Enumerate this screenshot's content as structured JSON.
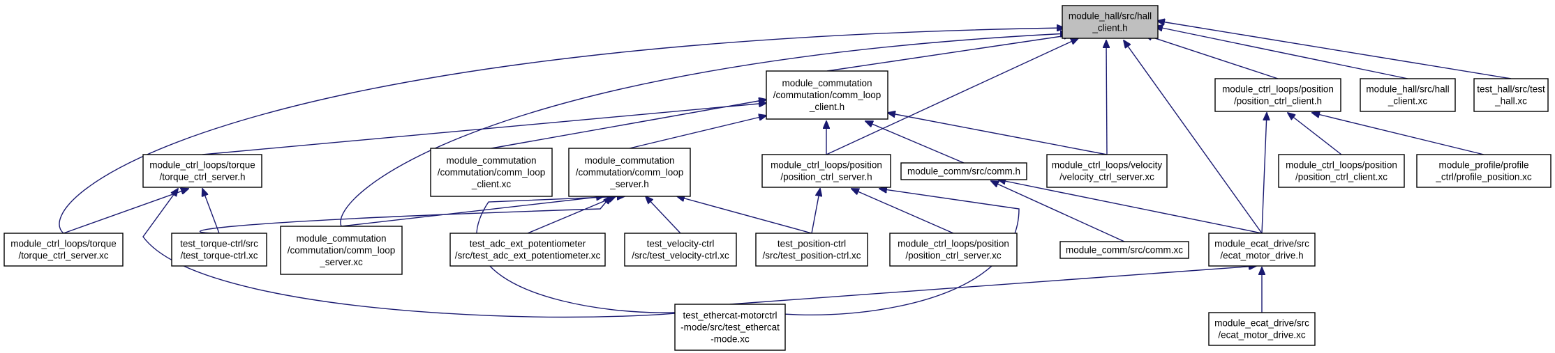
{
  "graph": {
    "colors": {
      "edge": "#191970",
      "node_border": "#000000",
      "root_fill": "#bfbfbf",
      "node_fill": "#ffffff"
    },
    "nodes": {
      "hall_client_h": {
        "lines": [
          "module_hall/src/hall",
          "_client.h"
        ]
      },
      "comm_loop_client_h": {
        "lines": [
          "module_commutation",
          "/commutation/comm_loop",
          "_client.h"
        ]
      },
      "position_ctrl_client_h": {
        "lines": [
          "module_ctrl_loops/position",
          "/position_ctrl_client.h"
        ]
      },
      "hall_client_xc": {
        "lines": [
          "module_hall/src/hall",
          "_client.xc"
        ]
      },
      "test_hall_xc": {
        "lines": [
          "test_hall/src/test",
          "_hall.xc"
        ]
      },
      "torque_ctrl_server_h": {
        "lines": [
          "module_ctrl_loops/torque",
          "/torque_ctrl_server.h"
        ]
      },
      "comm_loop_client_xc": {
        "lines": [
          "module_commutation",
          "/commutation/comm_loop",
          "_client.xc"
        ]
      },
      "comm_loop_server_h": {
        "lines": [
          "module_commutation",
          "/commutation/comm_loop",
          "_server.h"
        ]
      },
      "position_ctrl_server_h": {
        "lines": [
          "module_ctrl_loops/position",
          "/position_ctrl_server.h"
        ]
      },
      "comm_h": {
        "lines": [
          "module_comm/src/comm.h"
        ]
      },
      "velocity_ctrl_server_xc": {
        "lines": [
          "module_ctrl_loops/velocity",
          "/velocity_ctrl_server.xc"
        ]
      },
      "position_ctrl_client_xc": {
        "lines": [
          "module_ctrl_loops/position",
          "/position_ctrl_client.xc"
        ]
      },
      "profile_position_xc": {
        "lines": [
          "module_profile/profile",
          "_ctrl/profile_position.xc"
        ]
      },
      "torque_ctrl_server_xc": {
        "lines": [
          "module_ctrl_loops/torque",
          "/torque_ctrl_server.xc"
        ]
      },
      "test_torque_ctrl_xc": {
        "lines": [
          "test_torque-ctrl/src",
          "/test_torque-ctrl.xc"
        ]
      },
      "comm_loop_server_xc": {
        "lines": [
          "module_commutation",
          "/commutation/comm_loop",
          "_server.xc"
        ]
      },
      "test_adc_ext_potentiometer_xc": {
        "lines": [
          "test_adc_ext_potentiometer",
          "/src/test_adc_ext_potentiometer.xc"
        ]
      },
      "test_velocity_ctrl_xc": {
        "lines": [
          "test_velocity-ctrl",
          "/src/test_velocity-ctrl.xc"
        ]
      },
      "test_position_ctrl_xc": {
        "lines": [
          "test_position-ctrl",
          "/src/test_position-ctrl.xc"
        ]
      },
      "position_ctrl_server_xc": {
        "lines": [
          "module_ctrl_loops/position",
          "/position_ctrl_server.xc"
        ]
      },
      "comm_xc": {
        "lines": [
          "module_comm/src/comm.xc"
        ]
      },
      "ecat_motor_drive_h": {
        "lines": [
          "module_ecat_drive/src",
          "/ecat_motor_drive.h"
        ]
      },
      "test_ethercat_mode_xc": {
        "lines": [
          "test_ethercat-motorctrl",
          "-mode/src/test_ethercat",
          "-mode.xc"
        ]
      },
      "ecat_motor_drive_xc": {
        "lines": [
          "module_ecat_drive/src",
          "/ecat_motor_drive.xc"
        ]
      }
    }
  }
}
